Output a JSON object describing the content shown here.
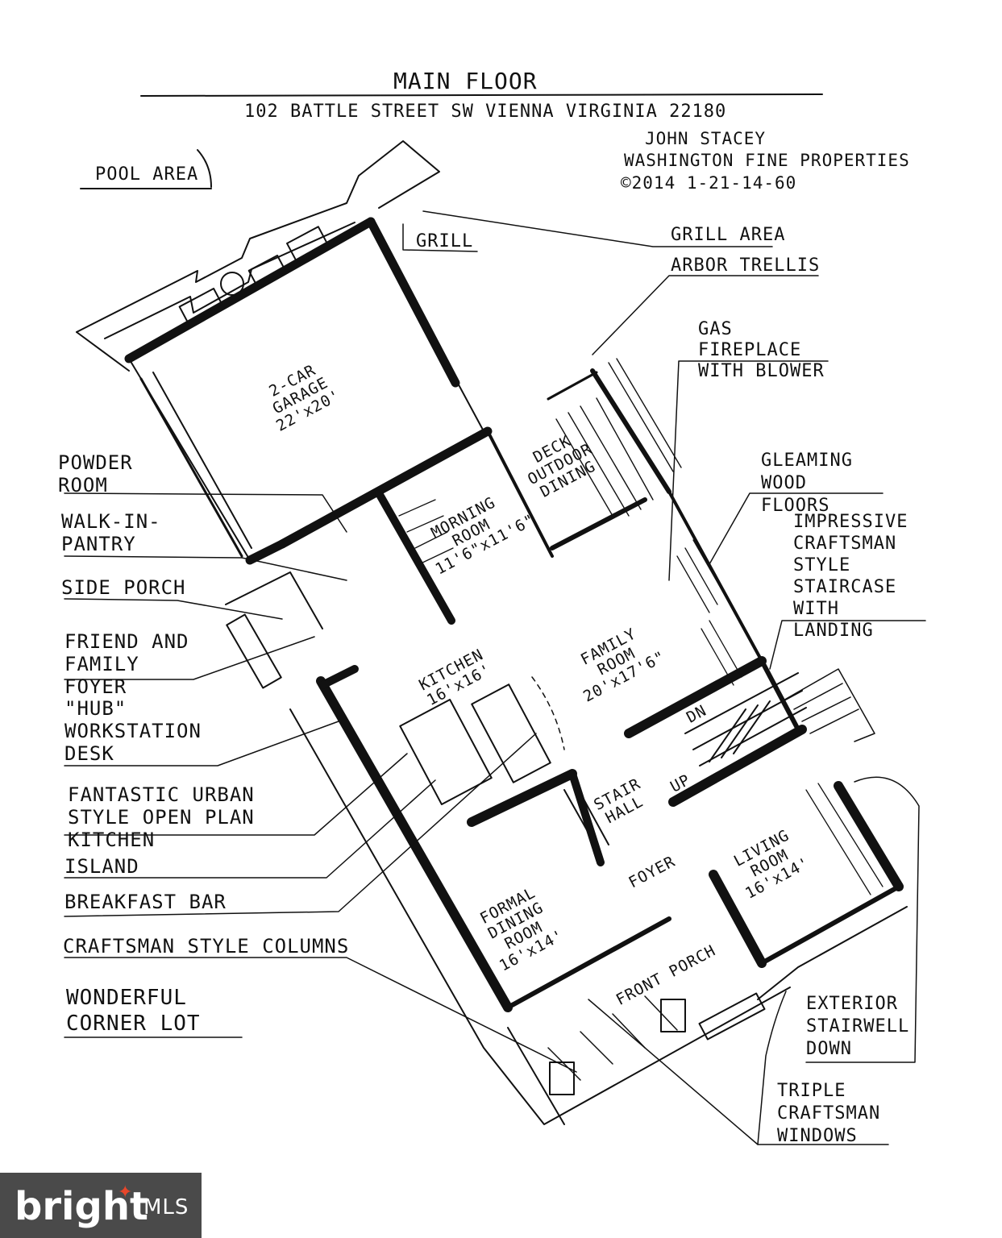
{
  "header": {
    "title": "MAIN FLOOR",
    "address": "102 BATTLE STREET SW VIENNA VIRGINIA 22180",
    "author": "JOHN STACEY",
    "company": "WASHINGTON FINE PROPERTIES",
    "copyright": "©2014 1-21-14-60"
  },
  "rooms": {
    "garage": {
      "name": "2-CAR GARAGE",
      "size": "22'x20'"
    },
    "deck": {
      "name": "DECK",
      "sub": "OUTDOOR DINING"
    },
    "morning": {
      "name": "MORNING ROOM",
      "size": "11'6\"x11'6\""
    },
    "family": {
      "name": "FAMILY ROOM",
      "size": "20'x17'6\""
    },
    "kitchen": {
      "name": "KITCHEN",
      "size": "16'x16'"
    },
    "stair_hall": "STAIR HALL",
    "up": "UP",
    "dn": "DN",
    "foyer": "FOYER",
    "living": {
      "name": "LIVING ROOM",
      "size": "16'x14'"
    },
    "dining": {
      "name": "FORMAL DINING ROOM",
      "size": "16'x14'"
    },
    "front_porch": "FRONT PORCH"
  },
  "callouts_left": [
    "POOL AREA",
    "POWDER ROOM",
    "WALK-IN-PANTRY",
    "SIDE PORCH",
    "FRIEND AND FAMILY FOYER",
    "\"HUB\" WORKSTATION DESK",
    "FANTASTIC URBAN STYLE OPEN PLAN KITCHEN",
    "ISLAND",
    "BREAKFAST BAR",
    "CRAFTSMAN STYLE COLUMNS",
    "WONDERFUL CORNER LOT"
  ],
  "callouts_right": [
    "GRILL",
    "GRILL AREA",
    "ARBOR TRELLIS",
    "GAS FIREPLACE WITH BLOWER",
    "GLEAMING WOOD FLOORS",
    "IMPRESSIVE CRAFTSMAN STYLE STAIRCASE WITH LANDING",
    "EXTERIOR STAIRWELL DOWN",
    "TRIPLE CRAFTSMAN WINDOWS"
  ],
  "logo": {
    "word": "bright",
    "suffix": "MLS"
  }
}
